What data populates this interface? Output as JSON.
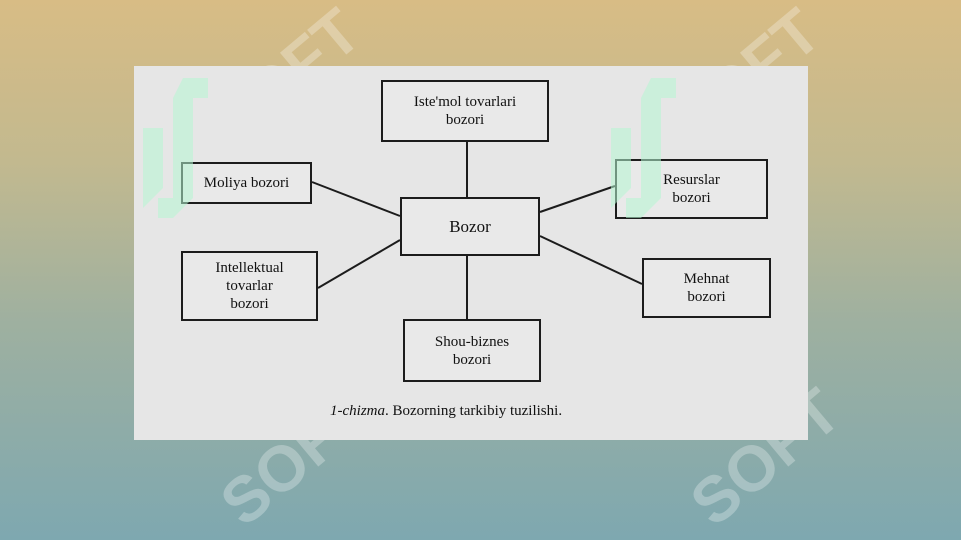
{
  "diagram": {
    "center": "Bozor",
    "nodes": {
      "iste_mol": "Iste'mol tovarlari\nbozori",
      "moliya": "Moliya bozori",
      "intellektual": "Intellektual\ntovarlar\nbozori",
      "resurslar": "Resurslar\nbozori",
      "mehnat": "Mehnat\nbozori",
      "shou": "Shou-biznes\nbozori"
    },
    "caption_label": "1-chizma",
    "caption_text": ". Bozorning tarkibiy tuzilishi."
  },
  "watermark": {
    "text": "SOFT"
  }
}
